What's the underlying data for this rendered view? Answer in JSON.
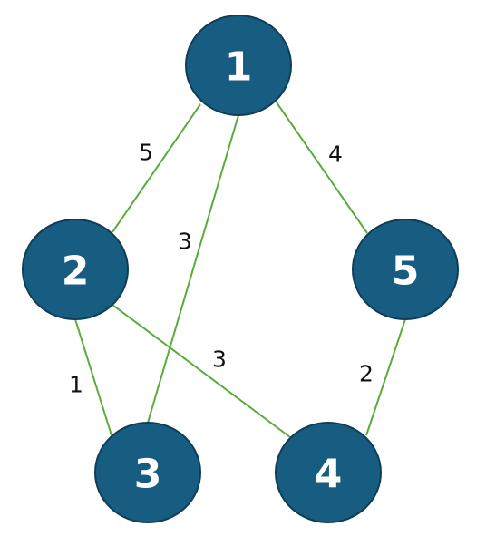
{
  "graph": {
    "colors": {
      "node_fill": "#175d82",
      "node_stroke": "#0f3d56",
      "edge": "#5aab3a",
      "node_text": "#ffffff",
      "edge_text": "#111111"
    },
    "nodes": [
      {
        "id": "1",
        "label": "1"
      },
      {
        "id": "2",
        "label": "2"
      },
      {
        "id": "3",
        "label": "3"
      },
      {
        "id": "4",
        "label": "4"
      },
      {
        "id": "5",
        "label": "5"
      }
    ],
    "edges": [
      {
        "from": "1",
        "to": "2",
        "weight": "5"
      },
      {
        "from": "1",
        "to": "3",
        "weight": "3"
      },
      {
        "from": "1",
        "to": "5",
        "weight": "4"
      },
      {
        "from": "2",
        "to": "3",
        "weight": "1"
      },
      {
        "from": "2",
        "to": "4",
        "weight": "3"
      },
      {
        "from": "5",
        "to": "4",
        "weight": "2"
      }
    ]
  }
}
